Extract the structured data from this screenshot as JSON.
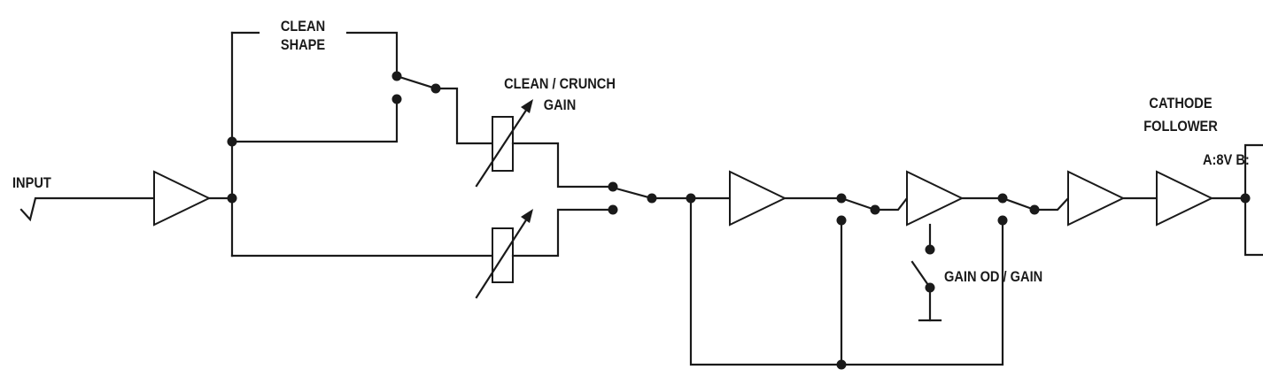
{
  "diagram": {
    "labels": {
      "input": "INPUT",
      "clean_shape_line1": "CLEAN",
      "clean_shape_line2": "SHAPE",
      "clean_crunch_gain_line1": "CLEAN / CRUNCH",
      "clean_crunch_gain_line2": "GAIN",
      "gain_od_gain": "GAIN OD / GAIN",
      "cathode_follower_line1": "CATHODE",
      "cathode_follower_line2": "FOLLOWER",
      "voltage": "A:8V B:"
    }
  }
}
